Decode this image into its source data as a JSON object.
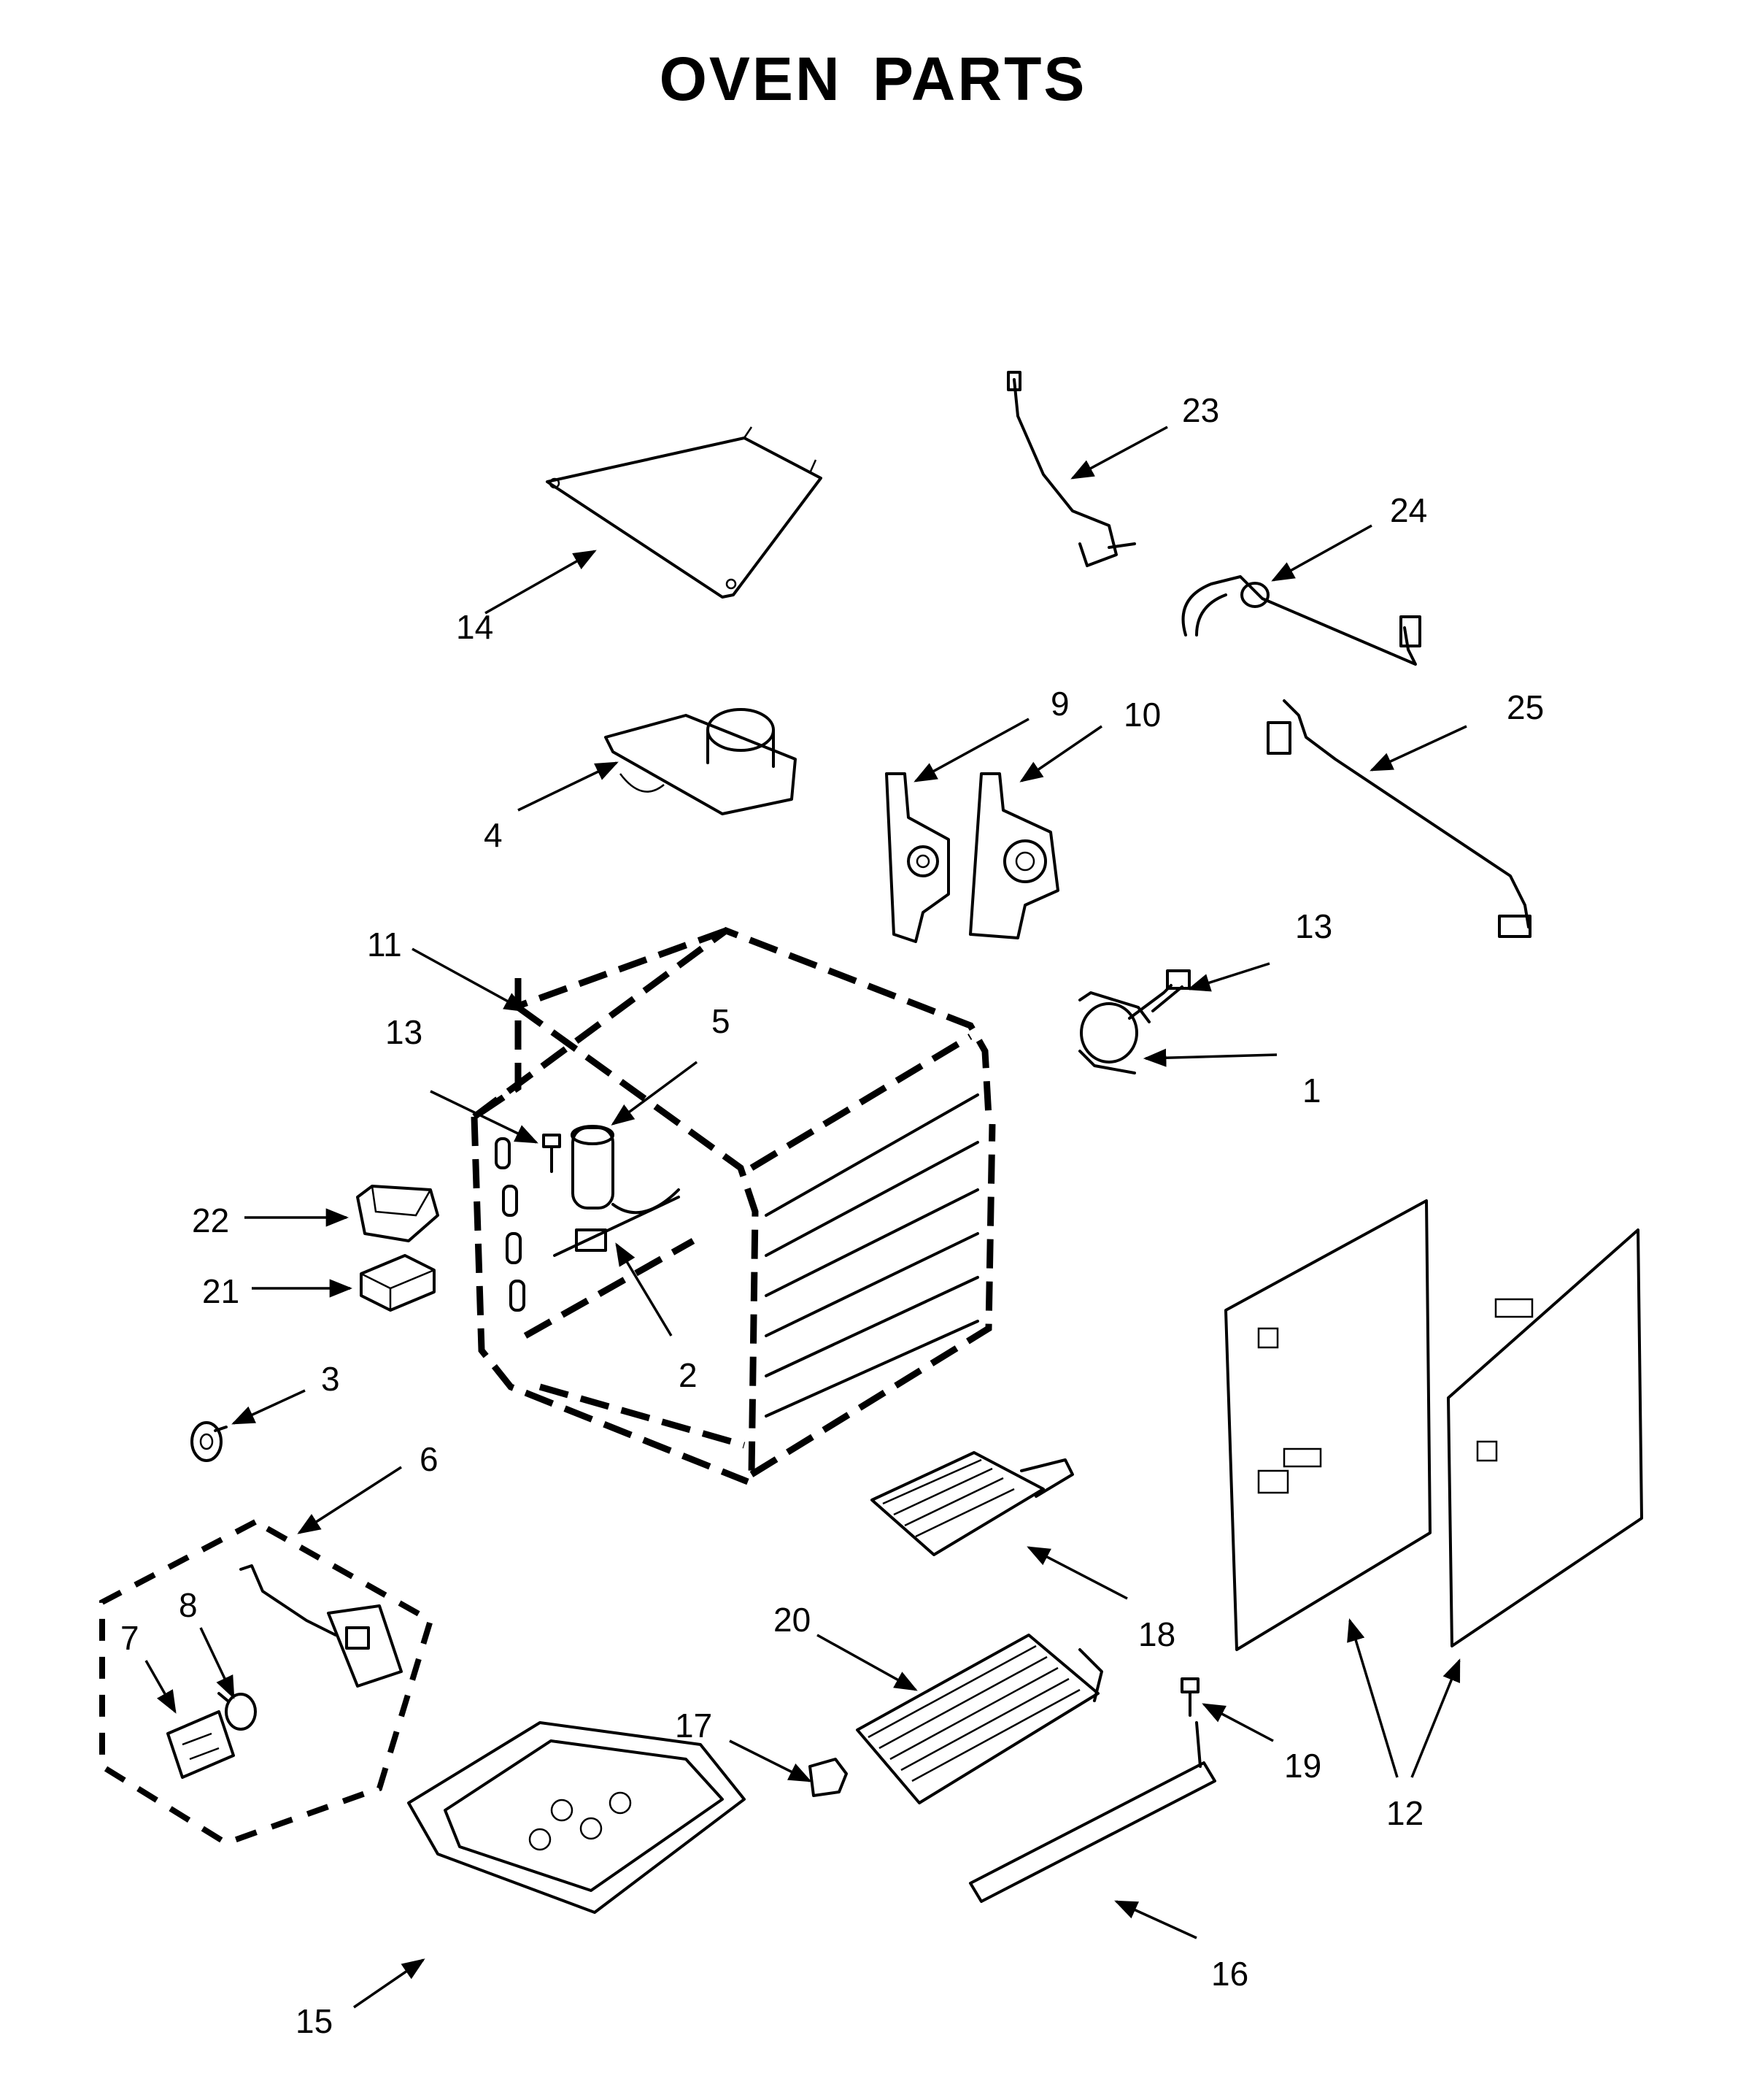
{
  "title": "OVEN PARTS",
  "labels": {
    "l1": "1",
    "l2": "2",
    "l3": "3",
    "l4": "4",
    "l5": "5",
    "l6": "6",
    "l7": "7",
    "l8": "8",
    "l9": "9",
    "l10": "10",
    "l11": "11",
    "l12": "12",
    "l13a": "13",
    "l13b": "13",
    "l14": "14",
    "l15": "15",
    "l16": "16",
    "l17": "17",
    "l18": "18",
    "l19": "19",
    "l20": "20",
    "l21": "21",
    "l22": "22",
    "l23": "23",
    "l24": "24",
    "l25": "25"
  }
}
